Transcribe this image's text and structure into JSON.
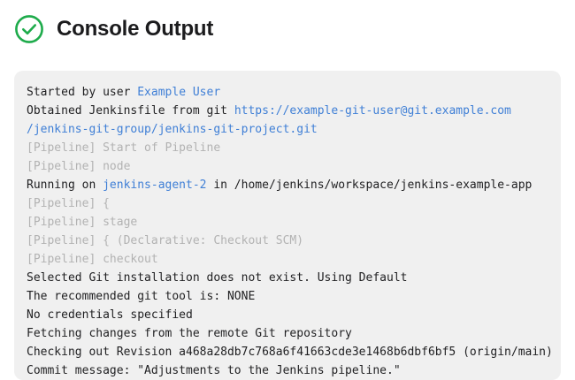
{
  "header": {
    "title": "Console Output",
    "status_icon": "check-circle-icon",
    "status_color": "#1eab4b"
  },
  "theme": {
    "panel_background": "#f0f0f0",
    "page_background": "#ffffff",
    "text_color": "#1f1f21",
    "muted_color": "#b2b2b2",
    "link_color": "#3f7fd6"
  },
  "console": {
    "lines": [
      {
        "id": "started-by-user",
        "style": "normal",
        "segments": [
          {
            "text": "Started by user ",
            "type": "plain"
          },
          {
            "text": "Example User",
            "type": "link"
          }
        ]
      },
      {
        "id": "obtained-jenkinsfile",
        "style": "normal",
        "segments": [
          {
            "text": "Obtained Jenkinsfile from git ",
            "type": "plain"
          },
          {
            "text": "https://example-git-user@git.example.com",
            "type": "link"
          }
        ]
      },
      {
        "id": "git-url-continued",
        "style": "normal",
        "segments": [
          {
            "text": "/jenkins-git-group/jenkins-git-project.git",
            "type": "link"
          }
        ]
      },
      {
        "id": "pipeline-start-of-pipeline",
        "style": "muted",
        "segments": [
          {
            "text": "[Pipeline] Start of Pipeline",
            "type": "muted"
          }
        ]
      },
      {
        "id": "pipeline-node",
        "style": "muted",
        "segments": [
          {
            "text": "[Pipeline] node",
            "type": "muted"
          }
        ]
      },
      {
        "id": "running-on-agent",
        "style": "normal",
        "segments": [
          {
            "text": "Running on ",
            "type": "plain"
          },
          {
            "text": "jenkins-agent-2",
            "type": "link"
          },
          {
            "text": " in /home/jenkins/workspace/jenkins-example-app",
            "type": "plain"
          }
        ]
      },
      {
        "id": "pipeline-open-brace",
        "style": "muted",
        "segments": [
          {
            "text": "[Pipeline] {",
            "type": "muted"
          }
        ]
      },
      {
        "id": "pipeline-stage",
        "style": "muted",
        "segments": [
          {
            "text": "[Pipeline] stage",
            "type": "muted"
          }
        ]
      },
      {
        "id": "pipeline-declarative-checkout-scm",
        "style": "muted",
        "segments": [
          {
            "text": "[Pipeline] { (Declarative: Checkout SCM)",
            "type": "muted"
          }
        ]
      },
      {
        "id": "pipeline-checkout",
        "style": "muted",
        "segments": [
          {
            "text": "[Pipeline] checkout",
            "type": "muted"
          }
        ]
      },
      {
        "id": "selected-git-installation",
        "style": "normal",
        "segments": [
          {
            "text": "Selected Git installation does not exist. Using Default",
            "type": "plain"
          }
        ]
      },
      {
        "id": "recommended-git-tool",
        "style": "normal",
        "segments": [
          {
            "text": "The recommended git tool is: NONE",
            "type": "plain"
          }
        ]
      },
      {
        "id": "no-credentials-specified",
        "style": "normal",
        "segments": [
          {
            "text": "No credentials specified",
            "type": "plain"
          }
        ]
      },
      {
        "id": "fetching-changes",
        "style": "normal",
        "segments": [
          {
            "text": "Fetching changes from the remote Git repository",
            "type": "plain"
          }
        ]
      },
      {
        "id": "checking-out-revision",
        "style": "normal",
        "segments": [
          {
            "text": "Checking out Revision a468a28db7c768a6f41663cde3e1468b6dbf6bf5 (origin/main)",
            "type": "plain"
          }
        ]
      },
      {
        "id": "commit-message",
        "style": "normal",
        "segments": [
          {
            "text": "Commit message: \"Adjustments to the Jenkins pipeline.\"",
            "type": "plain"
          }
        ]
      }
    ]
  }
}
